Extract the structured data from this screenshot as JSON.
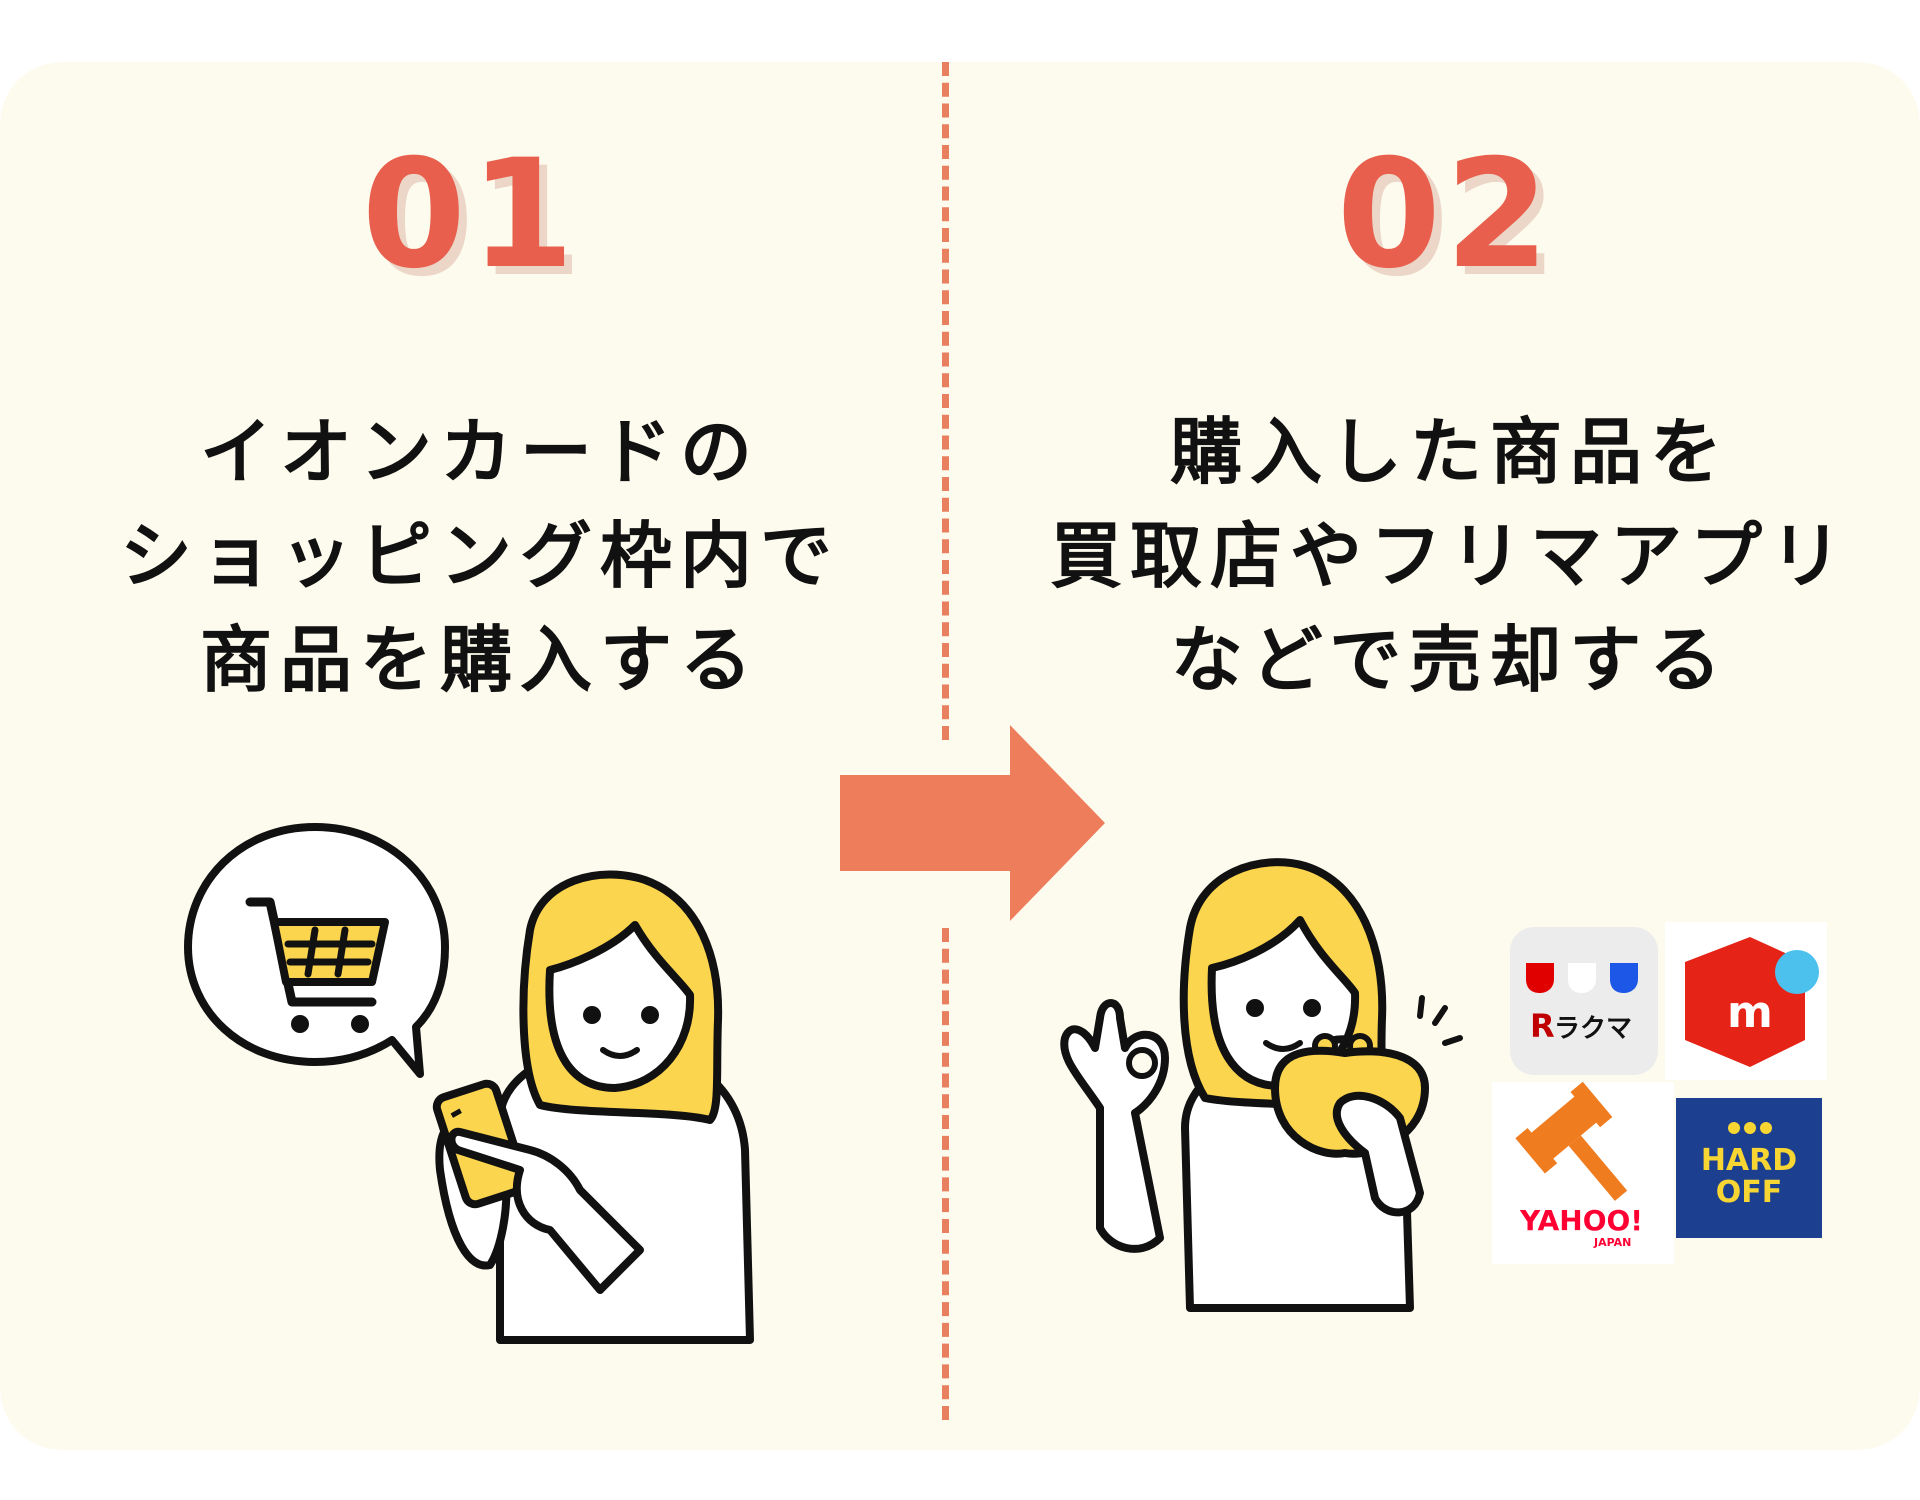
{
  "steps": [
    {
      "number": "01",
      "lines": [
        "イオンカードの",
        "ショッピング枠内で",
        "商品を購入する"
      ]
    },
    {
      "number": "02",
      "lines": [
        "購入した商品を",
        "買取店やフリマアプリ",
        "などで売却する"
      ]
    }
  ],
  "logos": {
    "rakuma_text": "ラクマ",
    "rakuma_r": "R",
    "mercari_letter": "m",
    "yahoo_text": "YAHOO!",
    "yahoo_sub": "JAPAN",
    "hardoff_line1": "HARD",
    "hardoff_line2": "OFF"
  },
  "colors": {
    "accent": "#e8604d",
    "arrow": "#ee7d5b",
    "background": "#fdfbee",
    "figure_yellow": "#fbd54e"
  },
  "icons": [
    "shopping-cart-icon",
    "speech-bubble-icon",
    "smartphone-icon",
    "coin-purse-icon",
    "arrow-right-icon"
  ]
}
